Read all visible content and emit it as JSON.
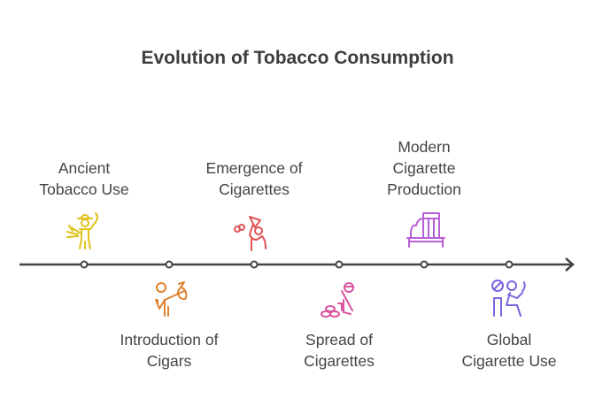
{
  "title": "Evolution of Tobacco Consumption",
  "events": [
    {
      "label": "Ancient\nTobacco Use",
      "position": "top",
      "icon": "farmer-with-tobacco-icon",
      "color": "#dfc21c"
    },
    {
      "label": "Introduction of\nCigars",
      "position": "bottom",
      "icon": "traveler-with-bundle-icon",
      "color": "#e0812e"
    },
    {
      "label": "Emergence of\nCigarettes",
      "position": "top",
      "icon": "person-with-smoke-icon",
      "color": "#e05555"
    },
    {
      "label": "Spread of\nCigarettes",
      "position": "bottom",
      "icon": "soldier-with-supplies-icon",
      "color": "#d9549f"
    },
    {
      "label": "Modern\nCigarette\nProduction",
      "position": "top",
      "icon": "factory-machine-icon",
      "color": "#b85fd8"
    },
    {
      "label": "Global\nCigarette Use",
      "position": "bottom",
      "icon": "person-smoking-no-smoking-icon",
      "color": "#7d62e0"
    }
  ],
  "axis_color": "#444444"
}
